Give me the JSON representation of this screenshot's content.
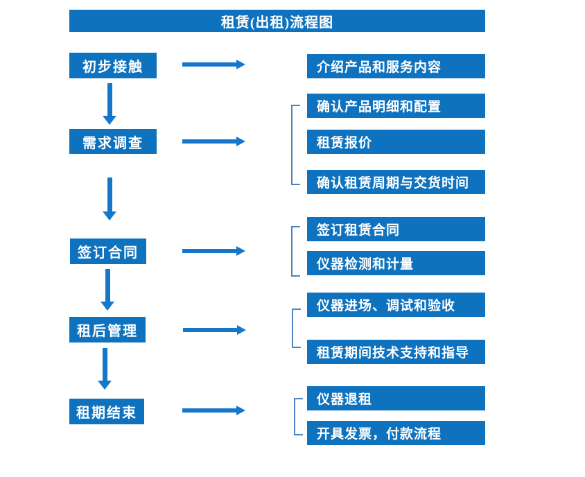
{
  "title": "租赁(出租)流程图",
  "colors": {
    "box_fill": "#0F72BE",
    "arrow": "#1577CB",
    "bracket": "#4D82C0",
    "text": "#FFFFFF",
    "background": "#FFFFFF"
  },
  "stages": [
    {
      "label": "初步接触",
      "outputs": [
        "介绍产品和服务内容"
      ]
    },
    {
      "label": "需求调查",
      "outputs": [
        "确认产品明细和配置",
        "租赁报价",
        "确认租赁周期与交货时间"
      ]
    },
    {
      "label": "签订合同",
      "outputs": [
        "签订租赁合同",
        "仪器检测和计量"
      ]
    },
    {
      "label": "租后管理",
      "outputs": [
        "仪器进场、调试和验收",
        "租赁期间技术支持和指导"
      ]
    },
    {
      "label": "租期结束",
      "outputs": [
        "仪器退租",
        "开具发票，付款流程"
      ]
    }
  ]
}
